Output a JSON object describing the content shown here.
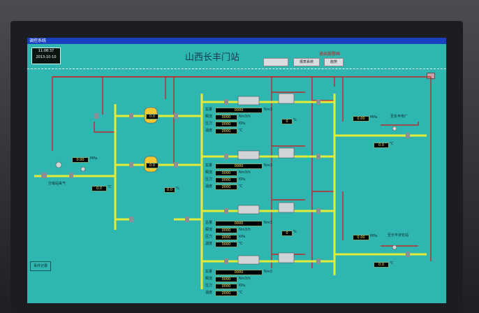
{
  "window": {
    "title": "调控系统"
  },
  "clock": {
    "time": "11:08:37",
    "date": "2013-10-10"
  },
  "header": {
    "station_title": "山西长丰门站",
    "alarm_link": "退出报警画",
    "buttons": [
      "",
      "报表系统",
      "趋势"
    ]
  },
  "left": {
    "inlet_label": "分输站来气",
    "pressure": "0.00",
    "pressure_unit": "MPa",
    "temperature": "0.0",
    "temperature_unit": "℃",
    "nav_button": "事件记录"
  },
  "filters": {
    "filter1": "0.0",
    "filter2": "0.0",
    "flow_indicator": "0.0",
    "flow_unit": "%"
  },
  "meter_runs": [
    {
      "rows": [
        {
          "label": "总量",
          "value": "0000",
          "unit": "Nm3"
        },
        {
          "label": "瞬流",
          "value": "0000",
          "unit": "Nm3/h"
        },
        {
          "label": "压力",
          "value": "0000",
          "unit": "KPa"
        },
        {
          "label": "温度",
          "value": "0000",
          "unit": "℃"
        }
      ],
      "valve_pct": "0",
      "valve_unit": "%"
    },
    {
      "rows": [
        {
          "label": "总量",
          "value": "0000",
          "unit": "Nm3"
        },
        {
          "label": "瞬流",
          "value": "0000",
          "unit": "Nm3/h"
        },
        {
          "label": "压力",
          "value": "0000",
          "unit": "KPa"
        },
        {
          "label": "温度",
          "value": "0000",
          "unit": "℃"
        }
      ],
      "valve_pct": "",
      "valve_unit": ""
    },
    {
      "rows": [
        {
          "label": "总量",
          "value": "0000",
          "unit": "Nm3"
        },
        {
          "label": "瞬流",
          "value": "0000",
          "unit": "Nm3/h"
        },
        {
          "label": "压力",
          "value": "0000",
          "unit": "KPa"
        },
        {
          "label": "温度",
          "value": "0000",
          "unit": "℃"
        }
      ],
      "valve_pct": "0",
      "valve_unit": "%"
    },
    {
      "rows": [
        {
          "label": "总量",
          "value": "0000",
          "unit": "Nm3"
        },
        {
          "label": "瞬流",
          "value": "0000",
          "unit": "Nm3/h"
        },
        {
          "label": "压力",
          "value": "0000",
          "unit": "KPa"
        },
        {
          "label": "温度",
          "value": "0000",
          "unit": "℃"
        }
      ],
      "valve_pct": "",
      "valve_unit": ""
    }
  ],
  "outlets": [
    {
      "name": "至长丰电厂",
      "pressure": "0.00",
      "pressure_unit": "MPa",
      "temperature": "0.0",
      "temperature_unit": "℃"
    },
    {
      "name": "至长丰液化站",
      "pressure": "0.00",
      "pressure_unit": "MPa",
      "temperature": "0.0",
      "temperature_unit": "℃"
    }
  ],
  "colors": {
    "screen": "#2fb6b0",
    "pipe_main": "#e4ea3a",
    "pipe_aux": "#c0282a",
    "titlebar": "#1a3fc0"
  }
}
